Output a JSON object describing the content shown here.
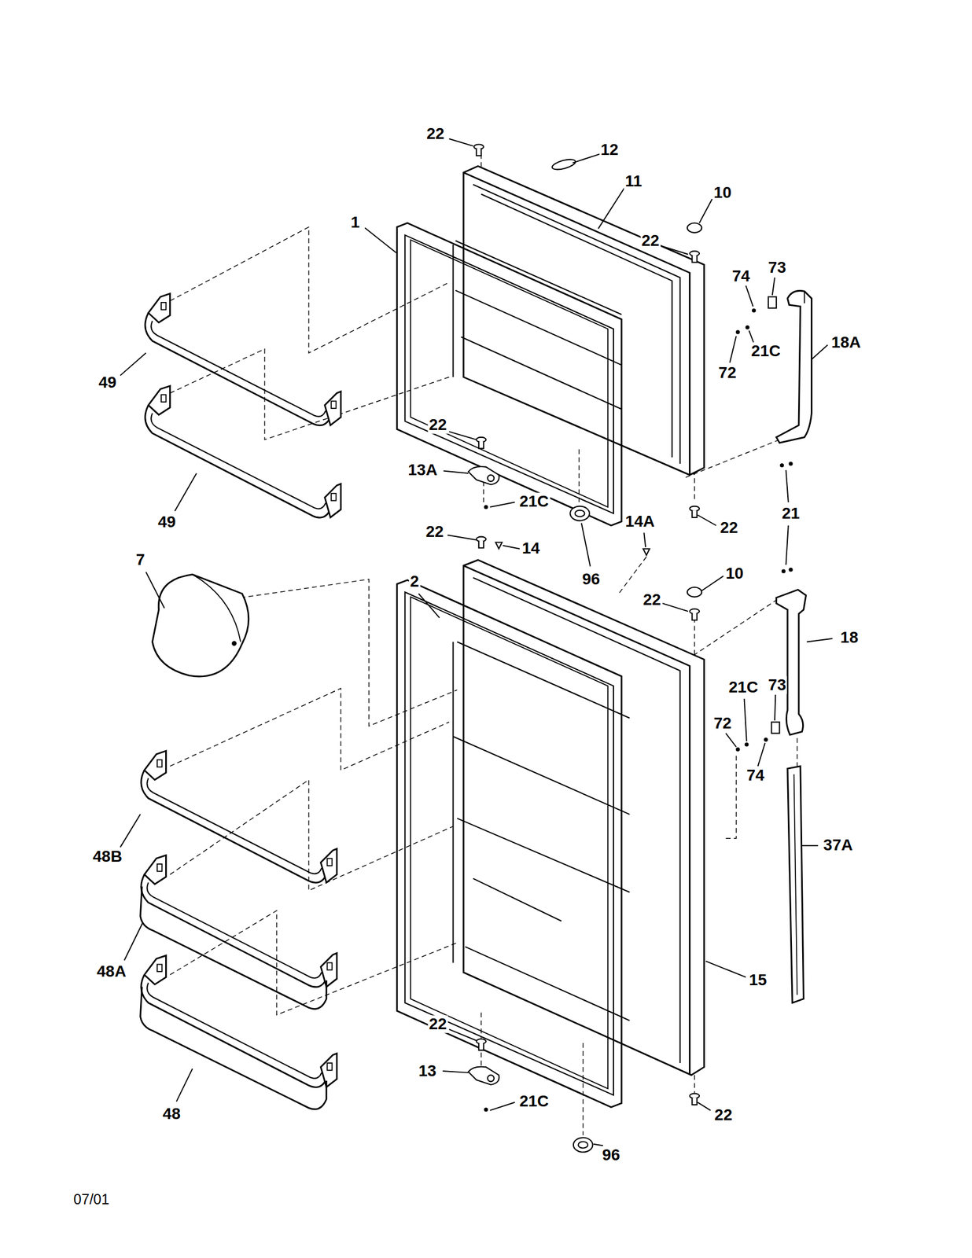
{
  "diagram": {
    "labels": [
      "22",
      "12",
      "11",
      "10",
      "1",
      "22",
      "74",
      "73",
      "21C",
      "72",
      "18A",
      "49",
      "22",
      "13A",
      "21C",
      "49",
      "21",
      "14A",
      "22",
      "22",
      "14",
      "7",
      "96",
      "2",
      "10",
      "22",
      "18",
      "21C",
      "73",
      "72",
      "74",
      "37A",
      "48B",
      "48A",
      "15",
      "22",
      "13",
      "21C",
      "48",
      "22",
      "96",
      "07/01"
    ]
  }
}
